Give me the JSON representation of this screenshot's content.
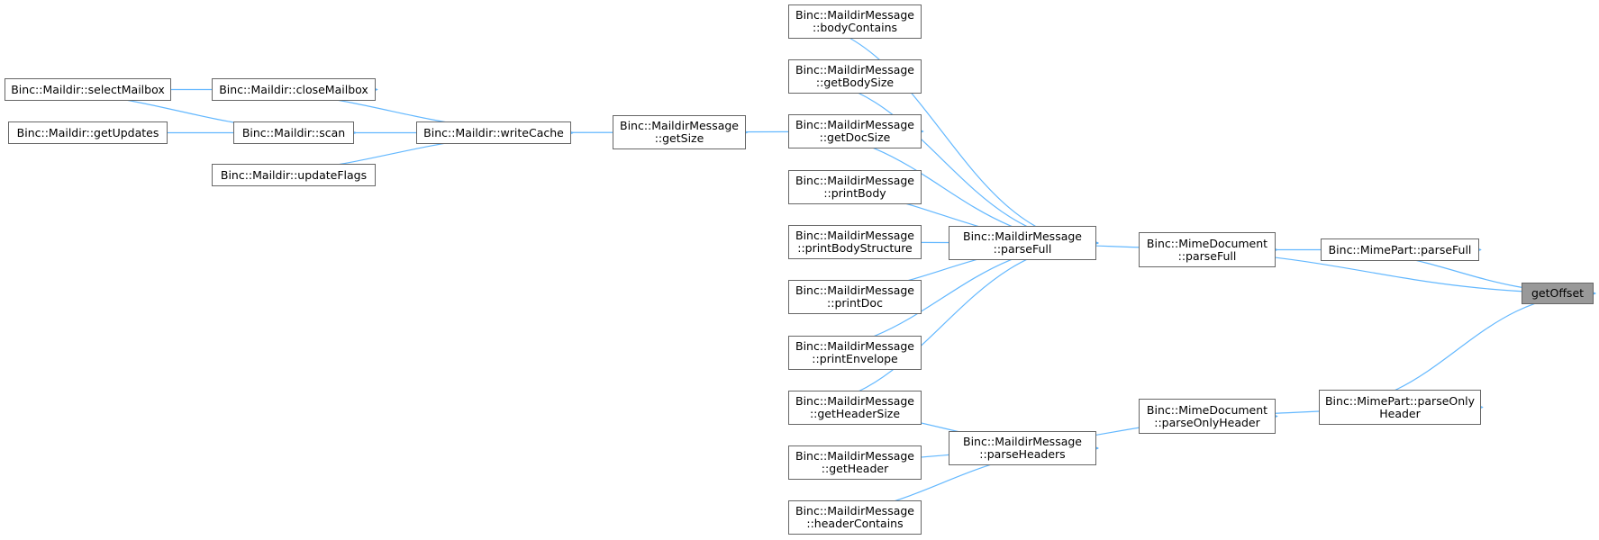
{
  "graph": {
    "title": "",
    "edge_color": "#63b8ff",
    "root_color": "#999999",
    "nodes": [
      {
        "id": "getOffset",
        "lines": [
          "getOffset"
        ],
        "root": true
      },
      {
        "id": "mimepart_parseFull",
        "lines": [
          "Binc::MimePart::parseFull"
        ]
      },
      {
        "id": "mimedoc_parseFull",
        "lines": [
          "Binc::MimeDocument",
          "::parseFull"
        ]
      },
      {
        "id": "mimepart_parseOnlyHeader",
        "lines": [
          "Binc::MimePart::parseOnly",
          "Header"
        ]
      },
      {
        "id": "mimedoc_parseOnlyHeader",
        "lines": [
          "Binc::MimeDocument",
          "::parseOnlyHeader"
        ]
      },
      {
        "id": "mm_parseFull",
        "lines": [
          "Binc::MaildirMessage",
          "::parseFull"
        ]
      },
      {
        "id": "mm_parseHeaders",
        "lines": [
          "Binc::MaildirMessage",
          "::parseHeaders"
        ]
      },
      {
        "id": "mm_bodyContains",
        "lines": [
          "Binc::MaildirMessage",
          "::bodyContains"
        ]
      },
      {
        "id": "mm_getBodySize",
        "lines": [
          "Binc::MaildirMessage",
          "::getBodySize"
        ]
      },
      {
        "id": "mm_getDocSize",
        "lines": [
          "Binc::MaildirMessage",
          "::getDocSize"
        ]
      },
      {
        "id": "mm_printBody",
        "lines": [
          "Binc::MaildirMessage",
          "::printBody"
        ]
      },
      {
        "id": "mm_printBodyStructure",
        "lines": [
          "Binc::MaildirMessage",
          "::printBodyStructure"
        ]
      },
      {
        "id": "mm_printDoc",
        "lines": [
          "Binc::MaildirMessage",
          "::printDoc"
        ]
      },
      {
        "id": "mm_printEnvelope",
        "lines": [
          "Binc::MaildirMessage",
          "::printEnvelope"
        ]
      },
      {
        "id": "mm_getHeaderSize",
        "lines": [
          "Binc::MaildirMessage",
          "::getHeaderSize"
        ]
      },
      {
        "id": "mm_getHeader",
        "lines": [
          "Binc::MaildirMessage",
          "::getHeader"
        ]
      },
      {
        "id": "mm_headerContains",
        "lines": [
          "Binc::MaildirMessage",
          "::headerContains"
        ]
      },
      {
        "id": "mm_getSize",
        "lines": [
          "Binc::MaildirMessage",
          "::getSize"
        ]
      },
      {
        "id": "md_writeCache",
        "lines": [
          "Binc::Maildir::writeCache"
        ]
      },
      {
        "id": "md_closeMailbox",
        "lines": [
          "Binc::Maildir::closeMailbox"
        ]
      },
      {
        "id": "md_scan",
        "lines": [
          "Binc::Maildir::scan"
        ]
      },
      {
        "id": "md_updateFlags",
        "lines": [
          "Binc::Maildir::updateFlags"
        ]
      },
      {
        "id": "md_selectMailbox",
        "lines": [
          "Binc::Maildir::selectMailbox"
        ]
      },
      {
        "id": "md_getUpdates",
        "lines": [
          "Binc::Maildir::getUpdates"
        ]
      }
    ],
    "edges": [
      {
        "from": "mimepart_parseFull",
        "to": "getOffset"
      },
      {
        "from": "mimedoc_parseFull",
        "to": "getOffset"
      },
      {
        "from": "mimepart_parseOnlyHeader",
        "to": "getOffset"
      },
      {
        "from": "mimedoc_parseFull",
        "to": "mimepart_parseFull"
      },
      {
        "from": "mimedoc_parseOnlyHeader",
        "to": "mimepart_parseOnlyHeader"
      },
      {
        "from": "mm_parseFull",
        "to": "mimedoc_parseFull"
      },
      {
        "from": "mm_parseHeaders",
        "to": "mimedoc_parseOnlyHeader"
      },
      {
        "from": "mm_bodyContains",
        "to": "mm_parseFull"
      },
      {
        "from": "mm_getBodySize",
        "to": "mm_parseFull"
      },
      {
        "from": "mm_getDocSize",
        "to": "mm_parseFull"
      },
      {
        "from": "mm_printBody",
        "to": "mm_parseFull"
      },
      {
        "from": "mm_printBodyStructure",
        "to": "mm_parseFull"
      },
      {
        "from": "mm_printDoc",
        "to": "mm_parseFull"
      },
      {
        "from": "mm_printEnvelope",
        "to": "mm_parseFull"
      },
      {
        "from": "mm_getHeaderSize",
        "to": "mm_parseFull"
      },
      {
        "from": "mm_getHeaderSize",
        "to": "mm_parseHeaders"
      },
      {
        "from": "mm_getHeader",
        "to": "mm_parseHeaders"
      },
      {
        "from": "mm_headerContains",
        "to": "mm_parseHeaders"
      },
      {
        "from": "mm_getSize",
        "to": "mm_getDocSize"
      },
      {
        "from": "md_writeCache",
        "to": "mm_getSize"
      },
      {
        "from": "md_closeMailbox",
        "to": "md_writeCache"
      },
      {
        "from": "md_scan",
        "to": "md_writeCache"
      },
      {
        "from": "md_updateFlags",
        "to": "md_writeCache"
      },
      {
        "from": "md_selectMailbox",
        "to": "md_closeMailbox"
      },
      {
        "from": "md_selectMailbox",
        "to": "md_scan"
      },
      {
        "from": "md_getUpdates",
        "to": "md_scan"
      }
    ]
  }
}
